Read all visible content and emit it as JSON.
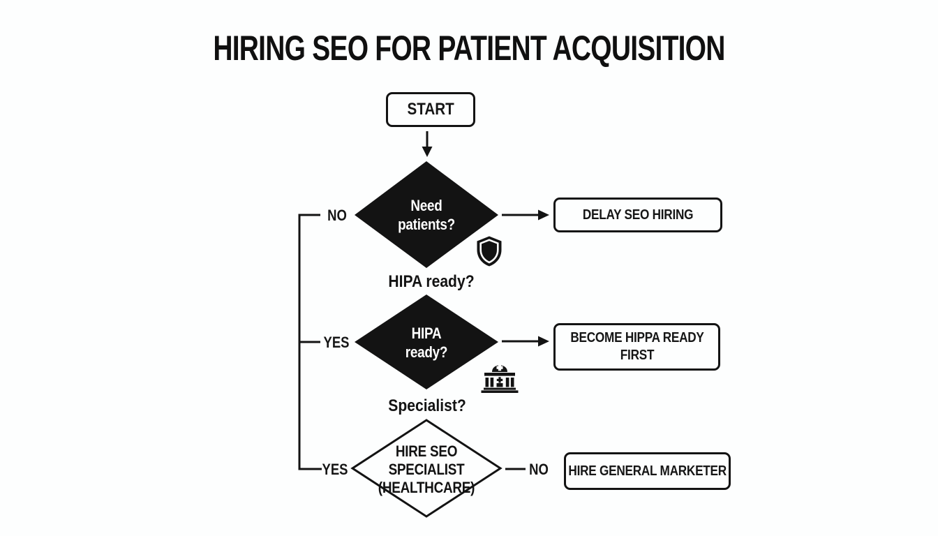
{
  "title": "HIRING SEO FOR PATIENT ACQUISITION",
  "nodes": {
    "start": "START",
    "diamond_need_patients": {
      "line1": "Need",
      "line2": "patients?"
    },
    "diamond_hipa_ready": {
      "line1": "HIPA",
      "line2": "ready?"
    },
    "diamond_hire_specialist": {
      "line1": "HIRE SEO",
      "line2": "SPECIALIST",
      "line3": "(HEALTHCARE)"
    },
    "delay_box": "DELAY SEO HIRING",
    "become_box": "BECOME HIPPA READY FIRST",
    "hire_general_box": "HIRE GENERAL MARKETER"
  },
  "branch_labels": {
    "need_patients_left": "NO",
    "hipa_ready_left": "YES",
    "specialist_left": "YES",
    "specialist_right": "NO"
  },
  "step_labels": {
    "hipa": "HIPA ready?",
    "specialist": "Specialist?"
  },
  "icons": {
    "shield": "shield-icon",
    "hospital": "hospital-building-icon"
  },
  "colors": {
    "ink": "#131313",
    "background": "#fdfefe",
    "diamond_fill": "#131313",
    "diamond_text": "#ffffff"
  }
}
